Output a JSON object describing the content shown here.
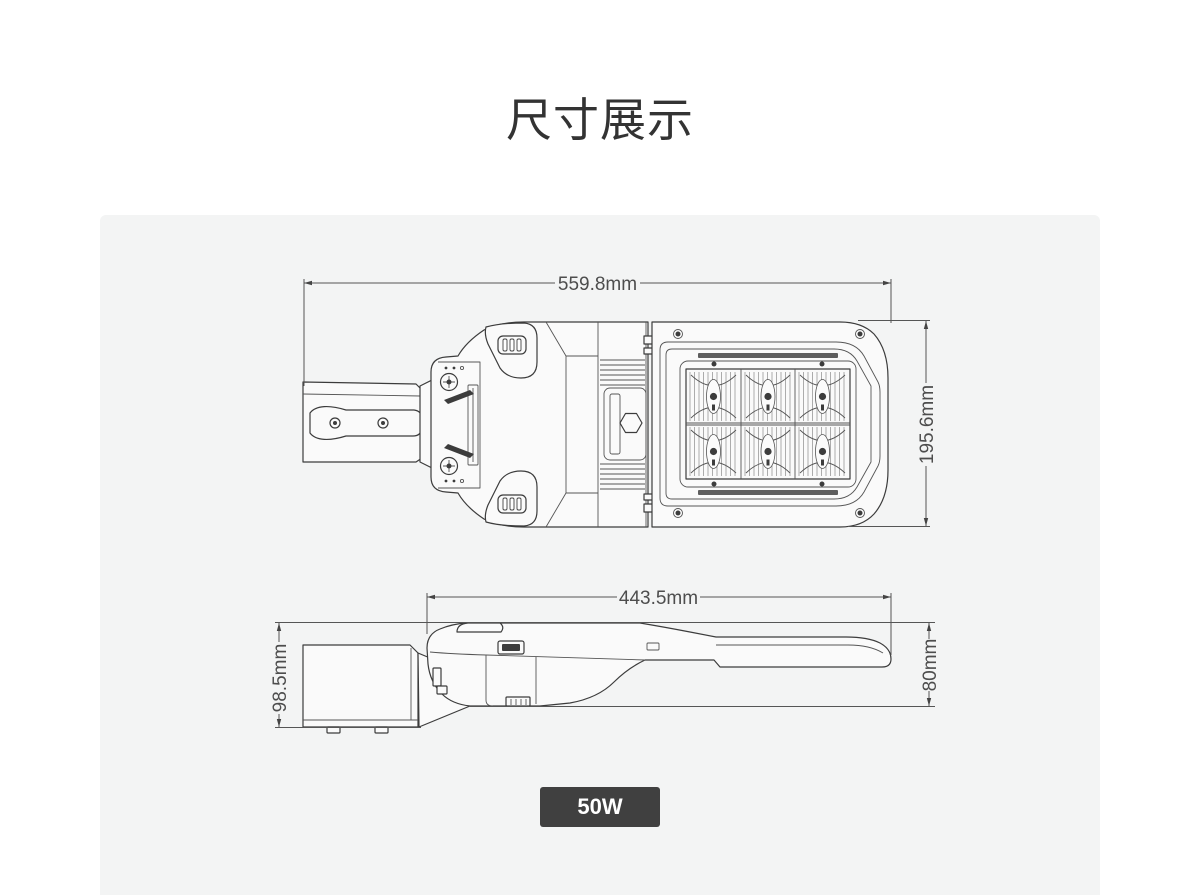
{
  "page": {
    "title": "尺寸展示"
  },
  "top_view": {
    "overall_length": "559.8mm",
    "overall_width": "195.6mm"
  },
  "side_view": {
    "body_length": "443.5mm",
    "overall_height": "98.5mm",
    "head_height": "80mm"
  },
  "badge": {
    "label": "50W"
  },
  "colors": {
    "page_background": "#ffffff",
    "panel_background": "#f3f4f4",
    "line": "#444444",
    "badge_background": "#404040",
    "badge_text": "#ffffff"
  }
}
